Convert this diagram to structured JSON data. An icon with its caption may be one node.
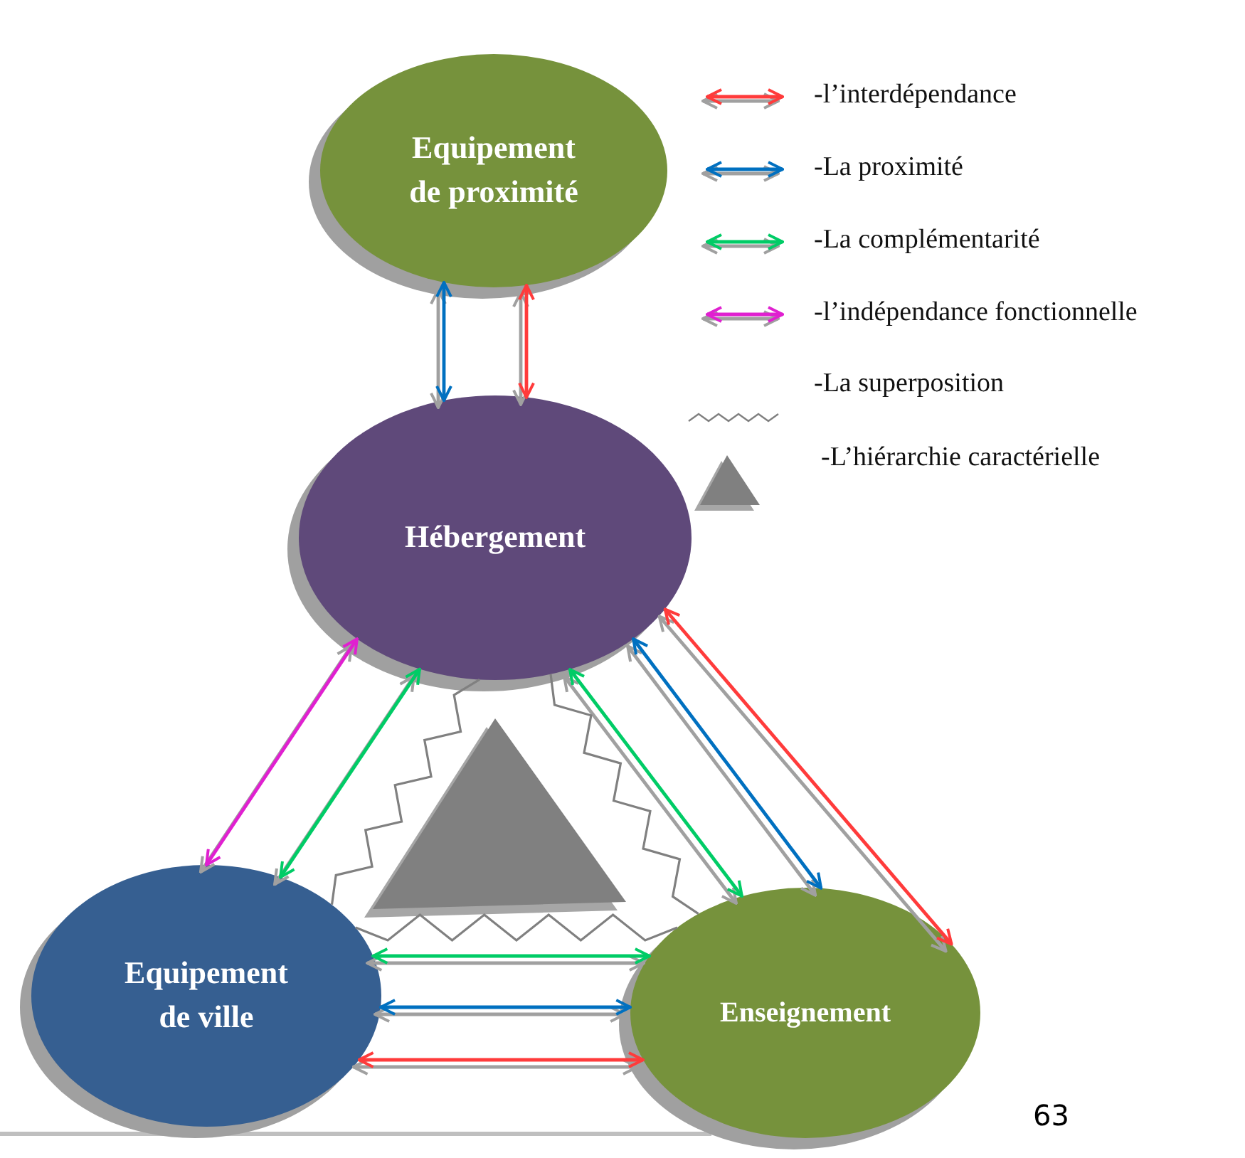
{
  "diagram": {
    "nodes": [
      {
        "text": [
          "Equipement de proximité"
        ]
      },
      {
        "text": [
          "Hébergement"
        ]
      },
      {
        "text": [
          "Equipement de ville"
        ]
      },
      {
        "text": [
          "Enseignement"
        ]
      },
      {
        "text": [],
        "shape": "triangle"
      }
    ],
    "edges": [
      {
        "from": 0,
        "to": 1,
        "arrow": "both",
        "color": "#0070c0"
      },
      {
        "from": 0,
        "to": 1,
        "arrow": "both",
        "color": "#ff3b3b"
      },
      {
        "from": 1,
        "to": 2,
        "arrow": "both",
        "color": "#e020d0"
      },
      {
        "from": 1,
        "to": 2,
        "arrow": "both",
        "color": "#00cc66"
      },
      {
        "from": 1,
        "to": 3,
        "arrow": "both",
        "color": "#00cc66"
      },
      {
        "from": 1,
        "to": 3,
        "arrow": "both",
        "color": "#0070c0"
      },
      {
        "from": 1,
        "to": 3,
        "arrow": "both",
        "color": "#ff3b3b"
      },
      {
        "from": 2,
        "to": 3,
        "arrow": "both",
        "color": "#00cc66"
      },
      {
        "from": 2,
        "to": 3,
        "arrow": "both",
        "color": "#0070c0"
      },
      {
        "from": 2,
        "to": 3,
        "arrow": "both",
        "color": "#ff3b3b"
      },
      {
        "from": 1,
        "to": 2,
        "arrow": "none",
        "color": "#808080"
      },
      {
        "from": 1,
        "to": 3,
        "arrow": "none",
        "color": "#808080"
      },
      {
        "from": 2,
        "to": 3,
        "arrow": "none",
        "color": "#808080"
      }
    ],
    "labels": [
      "63"
    ],
    "legend": [
      {
        "text": "-l’interdépendance"
      },
      {
        "text": "-La proximité"
      },
      {
        "text": "-La complémentarité"
      },
      {
        "text": "-l’indépendance fonctionnelle"
      },
      {
        "text": "-La superposition"
      },
      {
        "text": "-L’hiérarchie caractérielle"
      }
    ]
  }
}
